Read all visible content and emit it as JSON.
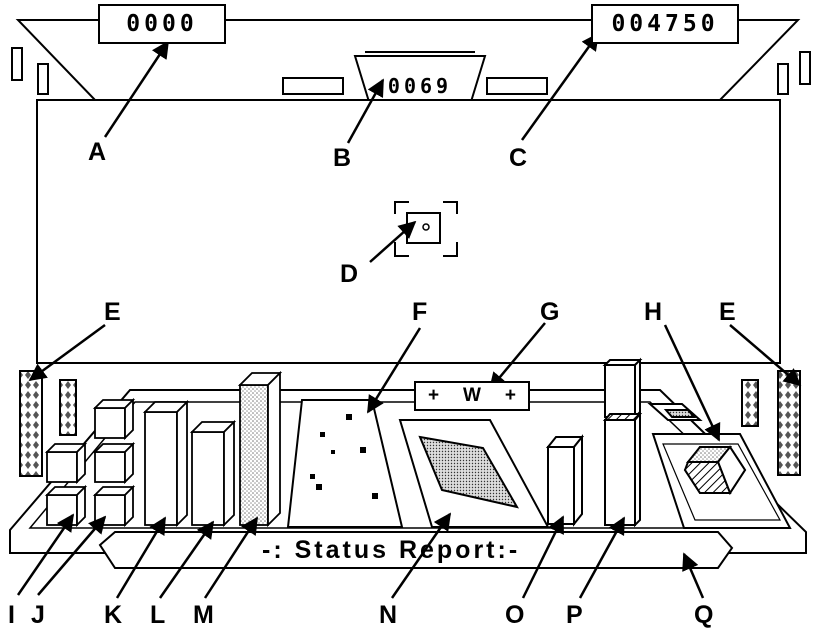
{
  "hud": {
    "left_counter": "0000",
    "right_counter": "004750",
    "center_counter": "0069",
    "weapon_left": "+",
    "weapon_label": "W",
    "weapon_right": "+",
    "status_report": "-: Status Report:-"
  },
  "callouts": [
    "A",
    "B",
    "C",
    "D",
    "E",
    "E",
    "F",
    "G",
    "H",
    "I",
    "J",
    "K",
    "L",
    "M",
    "N",
    "O",
    "P",
    "Q"
  ]
}
